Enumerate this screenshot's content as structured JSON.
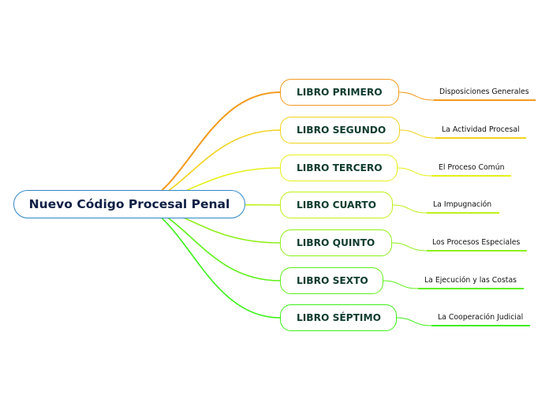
{
  "root": {
    "label": "Nuevo Código Procesal Penal"
  },
  "branches": [
    {
      "label": "LIBRO PRIMERO",
      "leaf": "Disposiciones Generales",
      "color": "#f39a1c"
    },
    {
      "label": "LIBRO SEGUNDO",
      "leaf": "La Actividad Procesal",
      "color": "#f3d21c"
    },
    {
      "label": "LIBRO TERCERO",
      "leaf": "El Proceso Común",
      "color": "#e6f01a"
    },
    {
      "label": "LIBRO CUARTO",
      "leaf": "La Impugnación",
      "color": "#bff01a"
    },
    {
      "label": "LIBRO QUINTO",
      "leaf": "Los Procesos Especiales",
      "color": "#8ef01a"
    },
    {
      "label": "LIBRO SEXTO",
      "leaf": "La Ejecución y las Costas",
      "color": "#5ef01a"
    },
    {
      "label": "LIBRO SÉPTIMO",
      "leaf": "La Cooperación Judicial",
      "color": "#3cf01a"
    }
  ]
}
